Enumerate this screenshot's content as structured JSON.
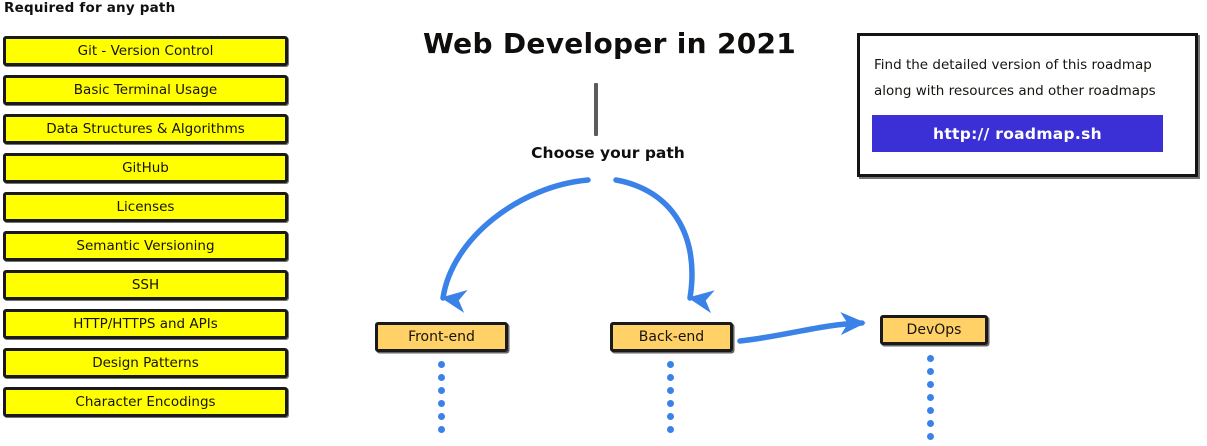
{
  "title": "Web Developer in 2021",
  "required_section": {
    "heading": "Required for any path",
    "items": [
      {
        "label": "Git - Version Control"
      },
      {
        "label": "Basic Terminal Usage"
      },
      {
        "label": "Data Structures & Algorithms"
      },
      {
        "label": "GitHub"
      },
      {
        "label": "Licenses"
      },
      {
        "label": "Semantic Versioning"
      },
      {
        "label": "SSH"
      },
      {
        "label": "HTTP/HTTPS and APIs"
      },
      {
        "label": "Design Patterns"
      },
      {
        "label": "Character Encodings"
      }
    ]
  },
  "flow": {
    "choose_label": "Choose your path",
    "nodes": [
      {
        "label": "Front-end"
      },
      {
        "label": "Back-end"
      },
      {
        "label": "DevOps"
      }
    ]
  },
  "info_card": {
    "line1": "Find the detailed version of this roadmap",
    "line2": "along with resources and other roadmaps",
    "button_label": "http:// roadmap.sh"
  },
  "colors": {
    "required_box_fill": "#ffff00",
    "node_fill": "#ffd166",
    "arrow_blue": "#3b82e8",
    "button_purple": "#3b30d6",
    "outline": "#1a1a1a",
    "trunk_gray": "#5c5c5c"
  }
}
